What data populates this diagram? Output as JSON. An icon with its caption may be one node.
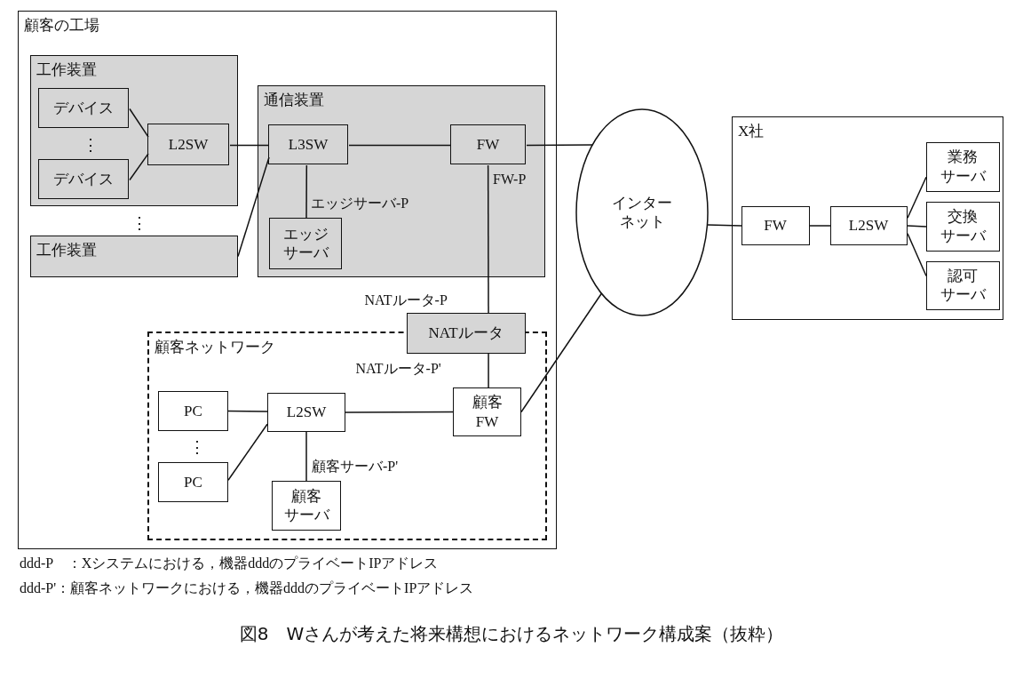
{
  "diagram": {
    "caption": "図8　Wさんが考えた将来構想におけるネットワーク構成案（抜粋）",
    "nodes": [
      {
        "text": [
          "顧客の工場"
        ]
      },
      {
        "text": [
          "工作装置"
        ],
        "in": 0
      },
      {
        "text": [
          "デバイス"
        ],
        "in": 1
      },
      {
        "text": [
          "デバイス"
        ],
        "in": 1
      },
      {
        "text": [
          "L2SW"
        ],
        "in": 1
      },
      {
        "text": [
          "工作装置"
        ],
        "in": 0
      },
      {
        "text": [
          "通信装置"
        ],
        "in": 0
      },
      {
        "text": [
          "L3SW"
        ],
        "in": 6
      },
      {
        "text": [
          "FW"
        ],
        "in": 6,
        "beside": [
          "FW-P"
        ]
      },
      {
        "text": [
          "エッジサーバ"
        ],
        "in": 6,
        "beside": [
          "エッジサーバ-P"
        ]
      },
      {
        "text": [
          "NATルータ"
        ],
        "in": 0,
        "beside": [
          "NATルータ-P",
          "NATルータ-P'"
        ]
      },
      {
        "text": [
          "顧客ネットワーク"
        ],
        "in": 0
      },
      {
        "text": [
          "PC"
        ],
        "in": 11
      },
      {
        "text": [
          "PC"
        ],
        "in": 11
      },
      {
        "text": [
          "L2SW"
        ],
        "in": 11
      },
      {
        "text": [
          "顧客サーバ"
        ],
        "in": 11,
        "beside": [
          "顧客サーバ-P'"
        ]
      },
      {
        "text": [
          "顧客FW"
        ],
        "in": 11
      },
      {
        "text": [
          "インターネット"
        ]
      },
      {
        "text": [
          "X社"
        ]
      },
      {
        "text": [
          "FW"
        ],
        "in": 18
      },
      {
        "text": [
          "L2SW"
        ],
        "in": 18
      },
      {
        "text": [
          "業務サーバ"
        ],
        "in": 18
      },
      {
        "text": [
          "交換サーバ"
        ],
        "in": 18
      },
      {
        "text": [
          "認可サーバ"
        ],
        "in": 18
      }
    ],
    "edges": [
      {
        "from": 2,
        "to": 4,
        "arrow": "none"
      },
      {
        "from": 3,
        "to": 4,
        "arrow": "none"
      },
      {
        "from": 4,
        "to": 7,
        "arrow": "none"
      },
      {
        "from": 5,
        "to": 7,
        "arrow": "none"
      },
      {
        "from": 7,
        "to": 8,
        "arrow": "none"
      },
      {
        "from": 7,
        "to": 9,
        "arrow": "none"
      },
      {
        "from": 8,
        "to": 17,
        "arrow": "none"
      },
      {
        "from": 8,
        "to": 10,
        "arrow": "none"
      },
      {
        "from": 10,
        "to": 16,
        "arrow": "none"
      },
      {
        "from": 12,
        "to": 14,
        "arrow": "none"
      },
      {
        "from": 13,
        "to": 14,
        "arrow": "none"
      },
      {
        "from": 14,
        "to": 16,
        "arrow": "none"
      },
      {
        "from": 14,
        "to": 15,
        "arrow": "none"
      },
      {
        "from": 16,
        "to": 17,
        "arrow": "none"
      },
      {
        "from": 17,
        "to": 19,
        "arrow": "none"
      },
      {
        "from": 19,
        "to": 20,
        "arrow": "none"
      },
      {
        "from": 20,
        "to": 21,
        "arrow": "none"
      },
      {
        "from": 20,
        "to": 22,
        "arrow": "none"
      },
      {
        "from": 20,
        "to": 23,
        "arrow": "none"
      }
    ],
    "labels": [
      "⋮",
      "⋮",
      "⋮",
      "ddd-P　：Xシステムにおける，機器dddのプライベートIPアドレス",
      "ddd-P'：顧客ネットワークにおける，機器dddのプライベートIPアドレス"
    ]
  }
}
